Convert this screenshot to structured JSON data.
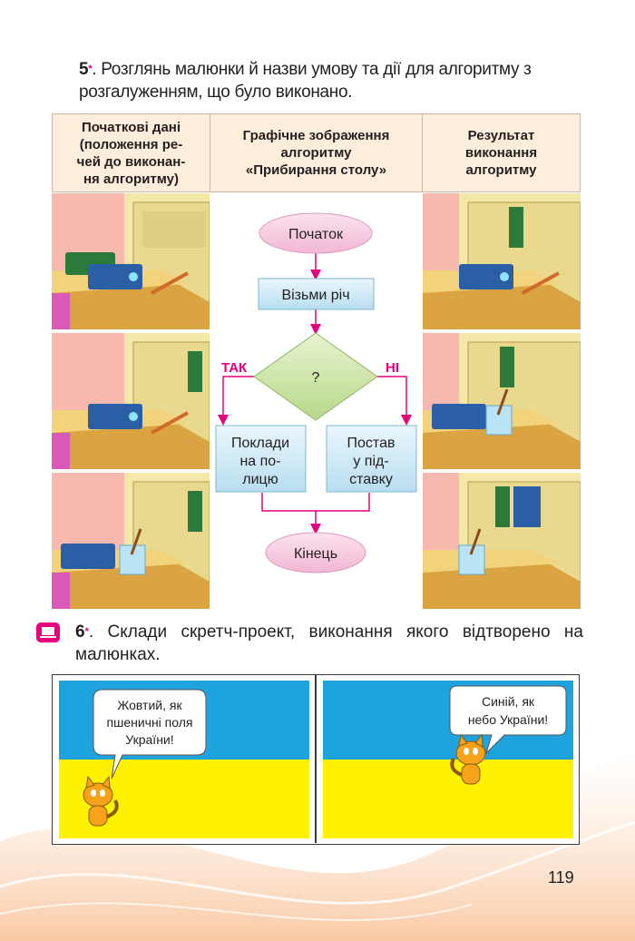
{
  "task5": {
    "number": "5",
    "mark": "*",
    "text": ". Розглянь малюнки й назви умову та дії для алгоритму з розгалуженням, що було виконано."
  },
  "table": {
    "headers": [
      "Початкові дані\n(положення ре-\nчей до виконан-\nня алгоритму)",
      "Графічне зображення\nалгоритму\n«Прибирання столу»",
      "Результат\nвиконання\nалгоритму"
    ]
  },
  "flowchart": {
    "start": "Початок",
    "take": "Візьми річ",
    "condition": "?",
    "yes": "ТАК",
    "no": "НІ",
    "put_shelf": [
      "Поклади",
      "на по-",
      "лицю"
    ],
    "put_stand": [
      "Постав",
      "у під-",
      "ставку"
    ],
    "end": "Кінець"
  },
  "task6": {
    "number": "6",
    "mark": "*",
    "text": ". Склади скретч-проект, виконання якого відтворено на малюнках."
  },
  "frames": [
    {
      "bubble": [
        "Жовтий, як",
        "пшеничні поля",
        "України!"
      ]
    },
    {
      "bubble": [
        "Синій, як",
        "небо України!"
      ]
    }
  ],
  "colors": {
    "flag_blue": "#1fa3df",
    "flag_yellow": "#fff200",
    "accent": "#e6007e",
    "header_bg": "#fdeedc"
  },
  "page_number": "119"
}
